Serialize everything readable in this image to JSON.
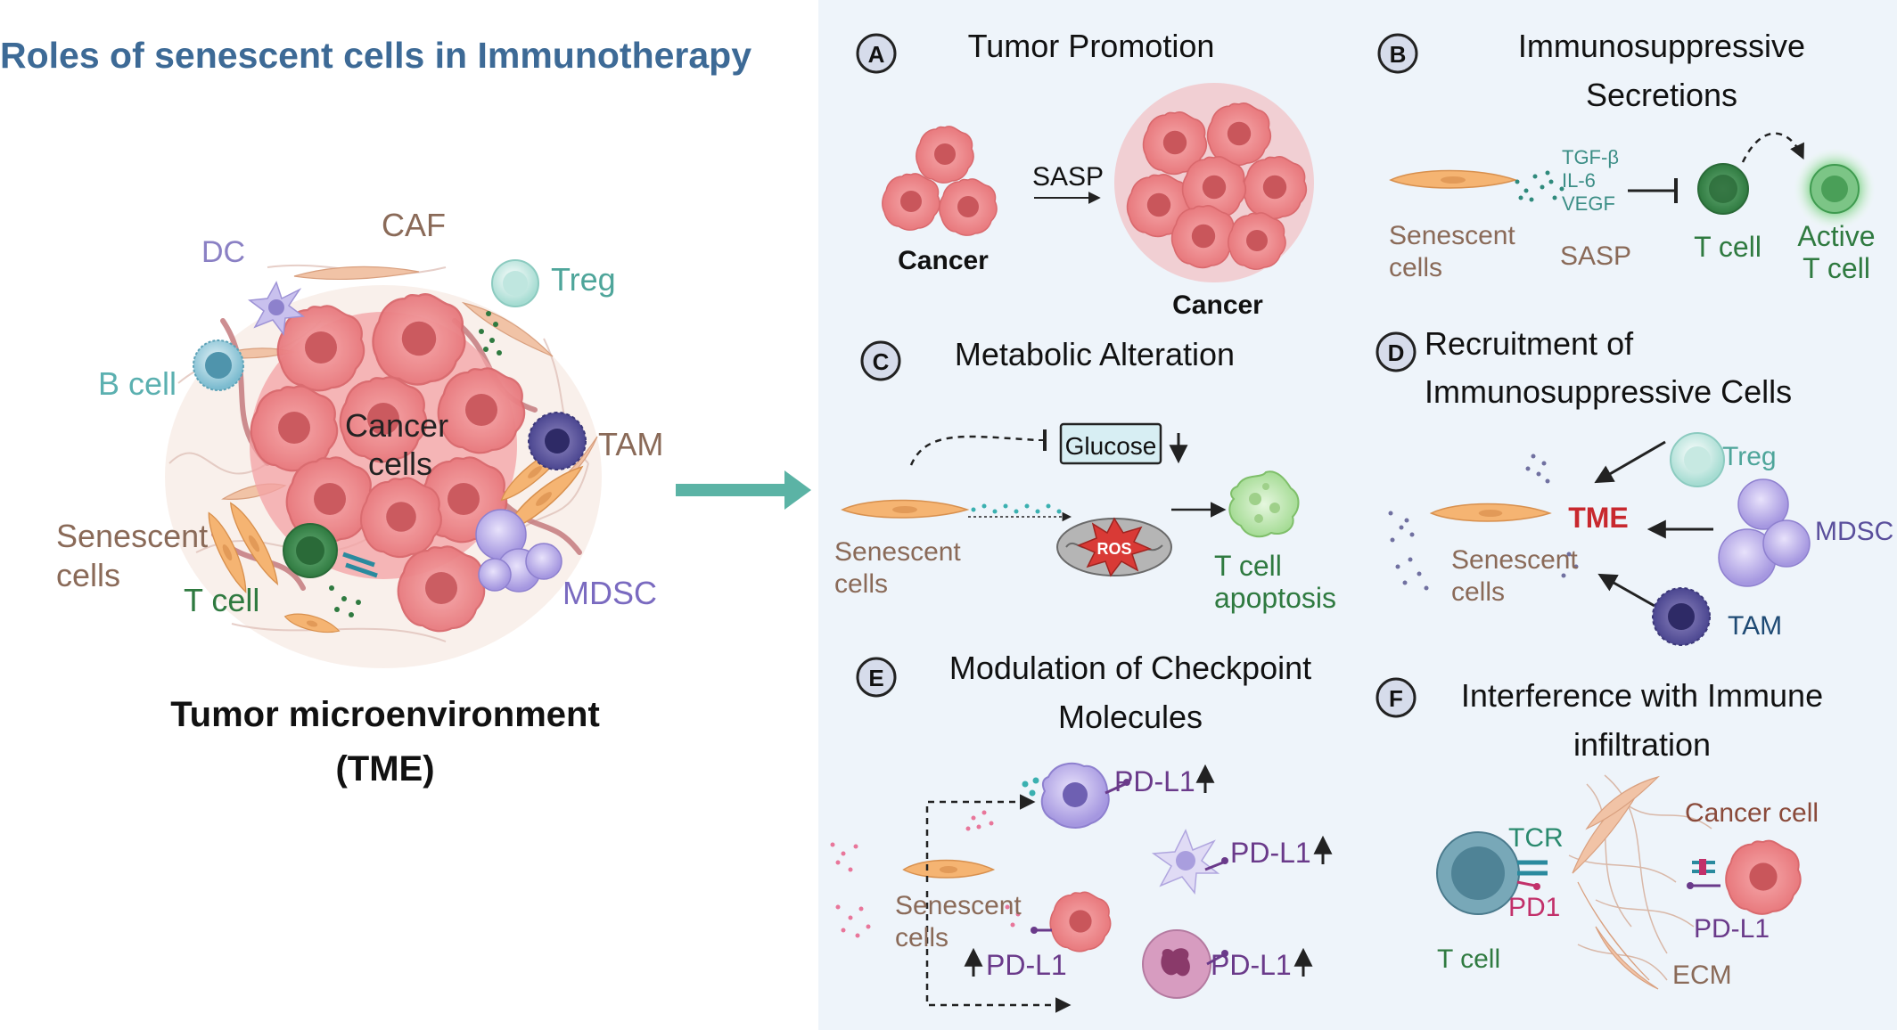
{
  "title": "Roles of senescent cells in  Immunotherapy",
  "left": {
    "labels": {
      "caf": "CAF",
      "dc": "DC",
      "treg": "Treg",
      "bcell": "B cell",
      "cancer1": "Cancer",
      "cancer2": "cells",
      "tam": "TAM",
      "senescent1": "Senescent",
      "senescent2": "cells",
      "tcell": "T cell",
      "mdsc": "MDSC"
    },
    "caption1": "Tumor microenvironment",
    "caption2": "(TME)"
  },
  "panels": {
    "a": {
      "letter": "A",
      "title": "Tumor Promotion",
      "sasp": "SASP",
      "cancer_left": "Cancer",
      "cancer_right": "Cancer"
    },
    "b": {
      "letter": "B",
      "title1": "Immunosuppressive",
      "title2": "Secretions",
      "tgf": "TGF-β",
      "il6": "IL-6",
      "vegf": "VEGF",
      "senescent1": "Senescent",
      "senescent2": "cells",
      "sasp": "SASP",
      "tcell": "T cell",
      "active1": "Active",
      "active2": "T cell"
    },
    "c": {
      "letter": "C",
      "title": "Metabolic Alteration",
      "glucose": "Glucose",
      "ros": "ROS",
      "senescent1": "Senescent",
      "senescent2": "cells",
      "apop1": "T cell",
      "apop2": "apoptosis"
    },
    "d": {
      "letter": "D",
      "title1": "Recruitment of",
      "title2": "Immunosuppressive Cells",
      "treg": "Treg",
      "tme": "TME",
      "mdsc": "MDSC",
      "tam": "TAM",
      "senescent1": "Senescent",
      "senescent2": "cells"
    },
    "e": {
      "letter": "E",
      "title1": "Modulation of Checkpoint",
      "title2": "Molecules",
      "pdl1": "PD-L1",
      "senescent1": "Senescent",
      "senescent2": "cells"
    },
    "f": {
      "letter": "F",
      "title1": "Interference with Immune",
      "title2": "infiltration",
      "tcr": "TCR",
      "pd1": "PD1",
      "tcell": "T cell",
      "cancer": "Cancer cell",
      "pdl1": "PD-L1",
      "ecm": "ECM"
    }
  },
  "colors": {
    "title_blue": "#3d6a96",
    "panel_bg": "#eef4fa",
    "cancer": "#ee8d90",
    "senescent": "#f4b070",
    "tcell_green": "#3a8a4a",
    "mdsc_purple": "#7a6ac0",
    "tme_red": "#c8282e",
    "arrow_teal": "#5bb3a5"
  }
}
